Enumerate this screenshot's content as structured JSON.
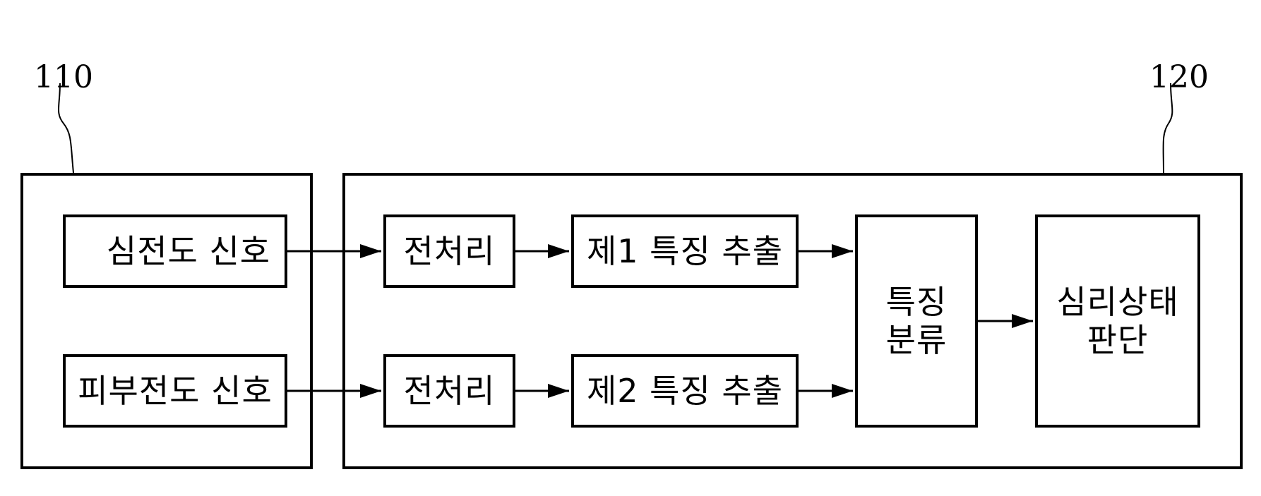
{
  "labels": {
    "source_unit": "110",
    "processing_unit": "120"
  },
  "blocks": {
    "ecg_signal": "심전도 신호",
    "eda_signal": "피부전도 신호",
    "preprocess_1": "전처리",
    "preprocess_2": "전처리",
    "feature_extract_1": "제1 특징 추출",
    "feature_extract_2": "제2 특징 추출",
    "feature_classify": "특징\n분류",
    "mental_state_judge": "심리상태\n판단"
  }
}
